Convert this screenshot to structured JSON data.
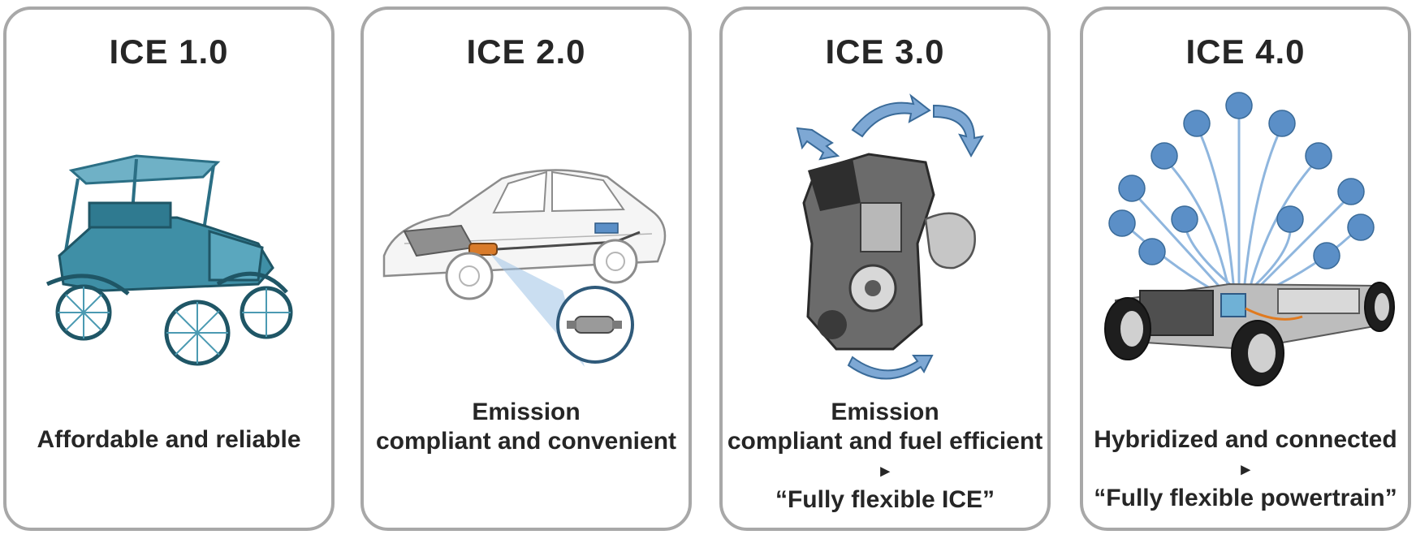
{
  "cards": [
    {
      "title": "ICE 1.0",
      "illustration": "vintage-car-icon",
      "caption": [
        "Affordable and reliable"
      ]
    },
    {
      "title": "ICE 2.0",
      "illustration": "car-catalytic-converter-icon",
      "caption": [
        "Emission",
        "compliant and convenient"
      ]
    },
    {
      "title": "ICE 3.0",
      "illustration": "engine-cutaway-icon",
      "caption": [
        "Emission",
        "compliant and fuel efficient"
      ],
      "arrow": "▸",
      "tagline": "“Fully flexible ICE”"
    },
    {
      "title": "ICE 4.0",
      "illustration": "connected-hybrid-chassis-icon",
      "caption": [
        "Hybridized and connected"
      ],
      "arrow": "▸",
      "tagline": "“Fully flexible powertrain”"
    }
  ],
  "colors": {
    "border": "#a8a8a8",
    "text": "#262626",
    "accent_blue": "#5b8fc7",
    "teal": "#3f8fa6"
  }
}
